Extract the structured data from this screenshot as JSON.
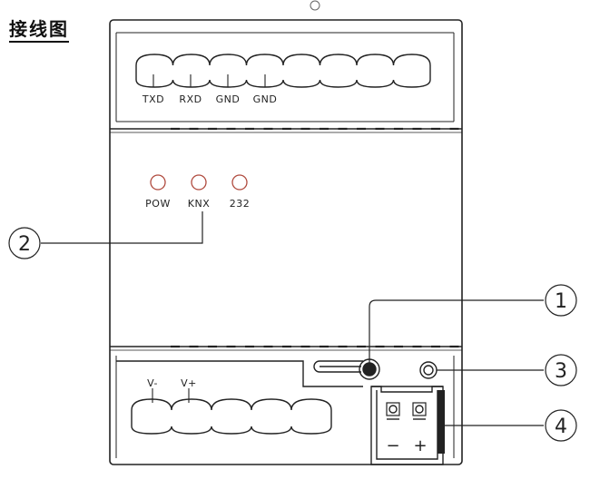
{
  "title": "接线图",
  "top_terminals": [
    "TXD",
    "RXD",
    "GND",
    "GND"
  ],
  "leds": [
    {
      "label": "POW",
      "color": "#b04a3e"
    },
    {
      "label": "KNX",
      "color": "#b04a3e"
    },
    {
      "label": "232",
      "color": "#b04a3e"
    }
  ],
  "bottom_terminals": [
    "V-",
    "V+"
  ],
  "knx_connector": {
    "minus": "−",
    "plus": "+"
  },
  "callouts": [
    "1",
    "2",
    "3",
    "4"
  ]
}
